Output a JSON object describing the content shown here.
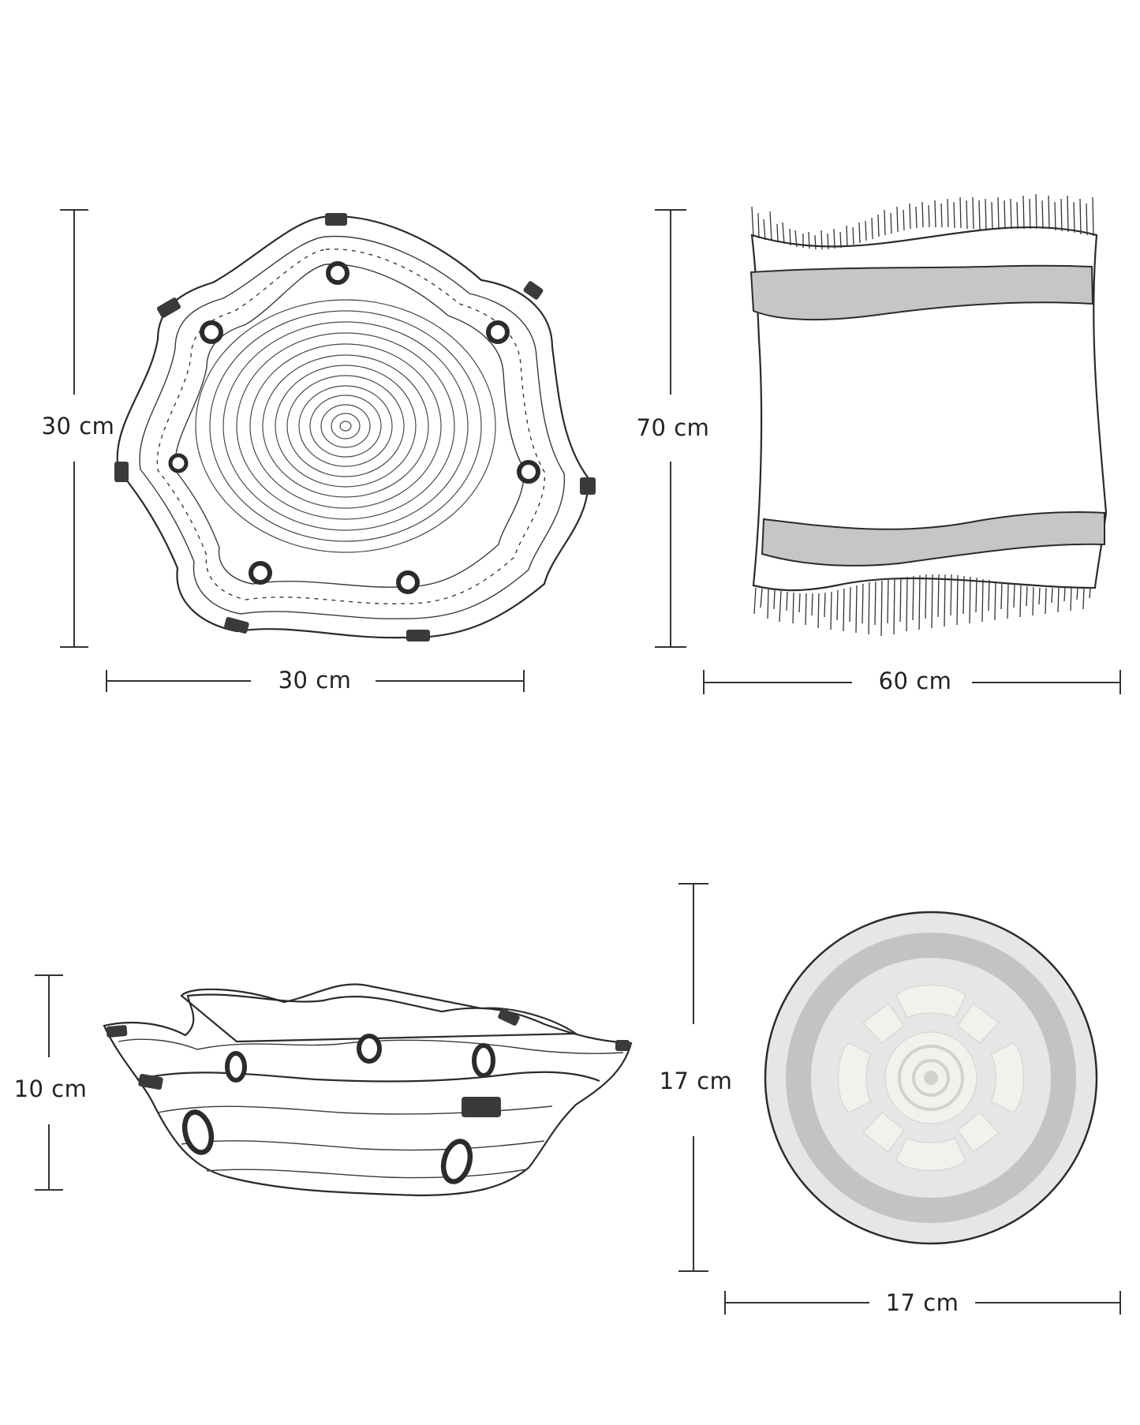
{
  "dimensions": {
    "basket_top_height": "30 cm",
    "basket_top_width": "30 cm",
    "rug_height": "70 cm",
    "rug_width": "60 cm",
    "basket_side_height": "10 cm",
    "coaster_height": "17 cm",
    "coaster_width": "17 cm"
  },
  "colors": {
    "fill_light": "#e6e6e6",
    "stripe_gray": "#c6c6c6",
    "ring_gray": "#c3c3c3",
    "line_dark": "#2b2b2b",
    "accent_dark": "#3a3a3a",
    "motif_light": "#f1f1ee"
  }
}
